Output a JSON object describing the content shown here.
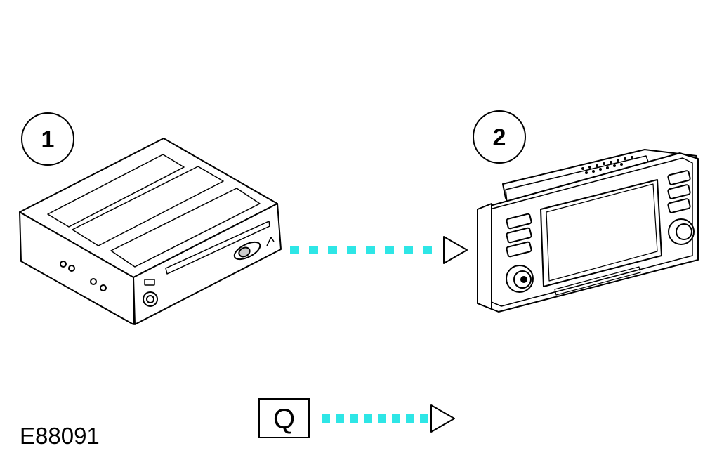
{
  "callouts": [
    {
      "id": "1"
    },
    {
      "id": "2"
    }
  ],
  "legend": {
    "symbol": "Q"
  },
  "figure_id": "E88091",
  "colors": {
    "signal_flow": "#2ee6e6",
    "line": "#000000"
  }
}
